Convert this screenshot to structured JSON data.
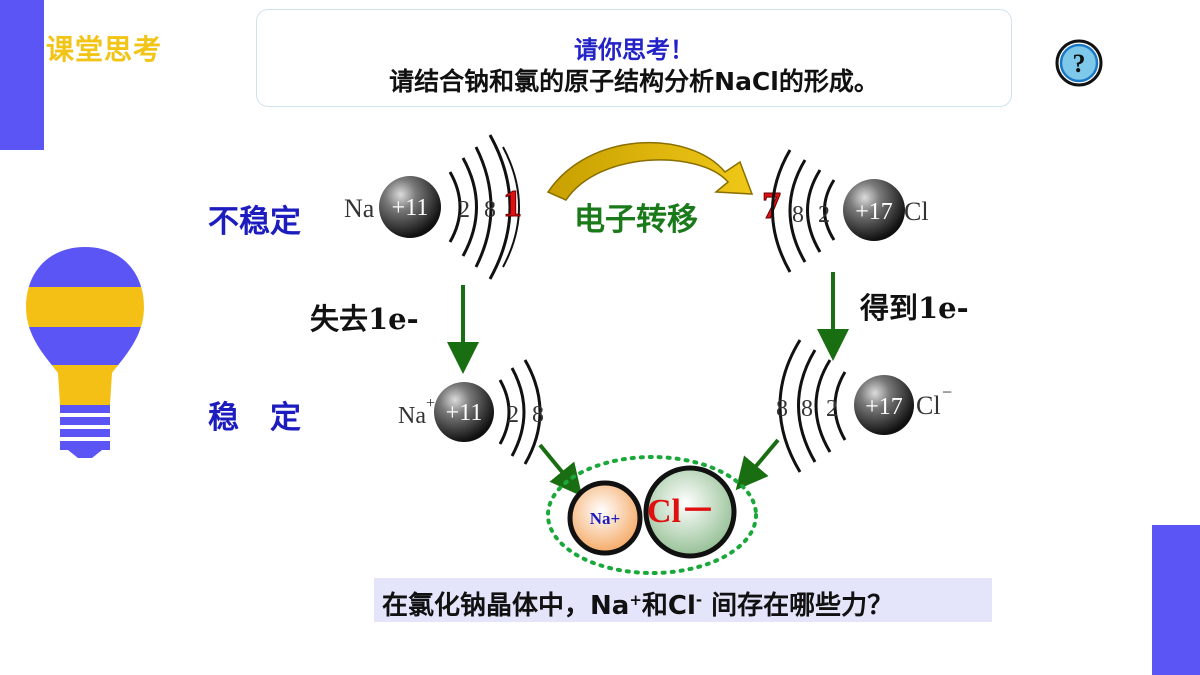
{
  "section_title": "课堂思考",
  "question": {
    "title": "请你思考！",
    "text": "请结合钠和氯的原子结构分析NaCl的形成。"
  },
  "labels": {
    "unstable": "不稳定",
    "stable": "稳　定",
    "transfer": "电子转移",
    "lose": "失去1e-",
    "gain": "得到1e-"
  },
  "atoms": {
    "na": {
      "symbol": "Na",
      "nucleus": "+11",
      "shells": [
        "2",
        "8"
      ],
      "outer": "1"
    },
    "cl": {
      "symbol": "Cl",
      "nucleus": "+17",
      "shells": [
        "8",
        "2"
      ],
      "outer": "7"
    },
    "na_ion": {
      "symbol": "Na",
      "charge": "+",
      "nucleus": "+11",
      "shells": [
        "2",
        "8"
      ]
    },
    "cl_ion": {
      "symbol": "Cl",
      "charge": "−",
      "nucleus": "+17",
      "shells": [
        "8",
        "8",
        "2"
      ]
    }
  },
  "ion_pair": {
    "na_label": "Na+",
    "cl_label": "Cl－"
  },
  "bottom_question": {
    "part1": "在氯化钠晶体中，Na",
    "sup1": "+",
    "part2": "和Cl",
    "sup2": "-",
    "part3": " 间存在哪些力？"
  },
  "colors": {
    "accent_bar": "#5b55f5",
    "title_yellow": "#f2c418",
    "label_blue": "#1d1dbf",
    "label_green": "#1a7a1a",
    "electron_red": "#e01010",
    "arrow_green": "#1a6e12"
  },
  "icons": {
    "help": "question-mark-circle-icon",
    "bulb": "lightbulb-icon"
  }
}
